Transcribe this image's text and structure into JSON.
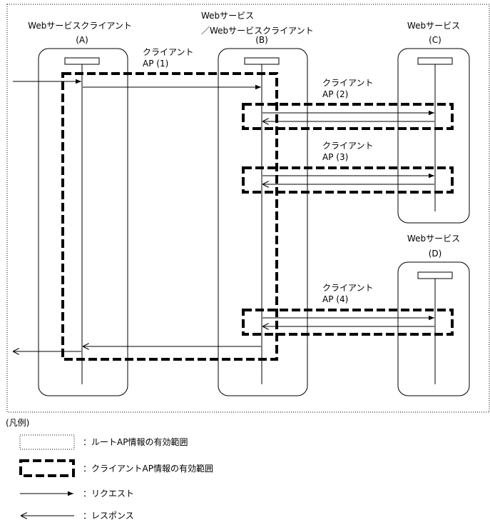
{
  "nodes": {
    "a": {
      "title": "Webサービスクライアント",
      "id": "(A)"
    },
    "b": {
      "title_line1": "Webサービス",
      "title_line2": "／Webサービスクライアント",
      "id": "(B)"
    },
    "c": {
      "title": "Webサービス",
      "id": "(C)"
    },
    "d": {
      "title": "Webサービス",
      "id": "(D)"
    }
  },
  "client_ap": [
    {
      "label": "クライアント",
      "sub": "AP (1)"
    },
    {
      "label": "クライアント",
      "sub": "AP (2)"
    },
    {
      "label": "クライアント",
      "sub": "AP (3)"
    },
    {
      "label": "クライアント",
      "sub": "AP (4)"
    }
  ],
  "legend": {
    "title": "(凡例)",
    "items": [
      {
        "text": "：ルートAP情報の有効範囲"
      },
      {
        "text": "：クライアントAP情報の有効範囲"
      },
      {
        "text": "：リクエスト"
      },
      {
        "text": "：レスポンス"
      }
    ]
  }
}
